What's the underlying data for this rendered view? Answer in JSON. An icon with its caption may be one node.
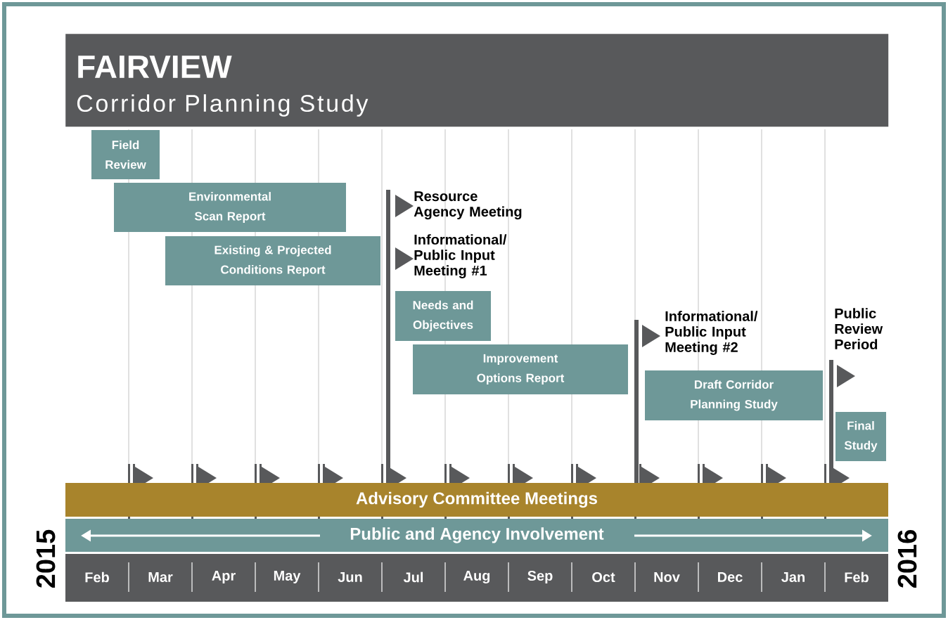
{
  "diagram": {
    "nodes": [
      {
        "text": [
          "FAIRVIEW",
          "Corridor Planning Study"
        ]
      },
      {
        "text": [
          "Field Review"
        ]
      },
      {
        "text": [
          "Environmental Scan Report"
        ]
      },
      {
        "text": [
          "Existing & Projected Conditions Report"
        ]
      },
      {
        "text": [
          "Needs and Objectives"
        ]
      },
      {
        "text": [
          "Improvement Options Report"
        ]
      },
      {
        "text": [
          "Draft Corridor Planning Study"
        ]
      },
      {
        "text": [
          "Final Study"
        ]
      },
      {
        "text": [
          "Advisory Committee Meetings"
        ]
      },
      {
        "text": [
          "Public and Agency Involvement"
        ]
      },
      {
        "text": [
          "Feb",
          "Mar",
          "Apr",
          "May",
          "Jun",
          "Jul",
          "Aug",
          "Sep",
          "Oct",
          "Nov",
          "Dec",
          "Jan",
          "Feb"
        ]
      }
    ],
    "edges": [],
    "labels": [
      "Resource Agency Meeting",
      "Informational/ Public Input Meeting #1",
      "Informational/ Public Input Meeting #2",
      "Public Review Period",
      "2015",
      "2016"
    ]
  }
}
